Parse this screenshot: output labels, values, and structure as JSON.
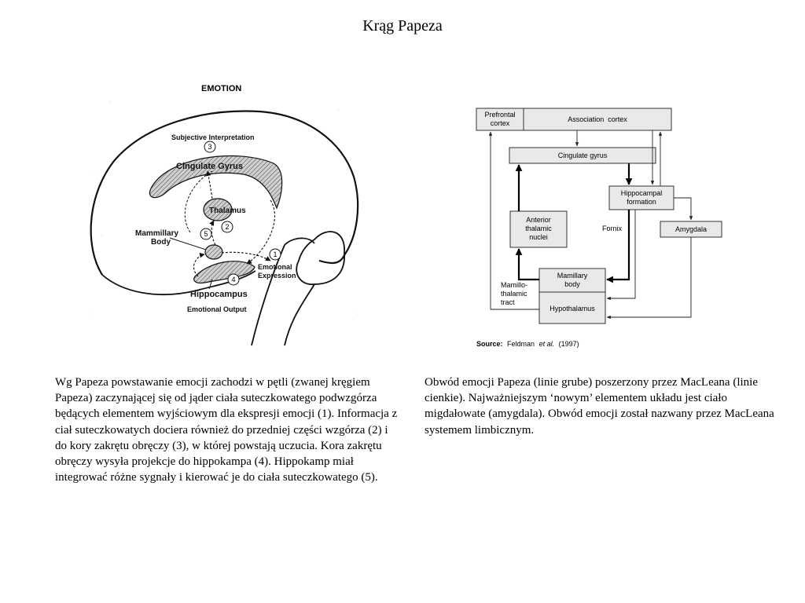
{
  "slide": {
    "title": "Krąg Papeza"
  },
  "left_figure": {
    "heading": "EMOTION",
    "labels": {
      "subjective": "Subjective Interpretation",
      "cingulate": "Cingulate Gyrus",
      "thalamus": "Thalamus",
      "mammillary": "Mammillary Body",
      "mammillary_l1": "Mammillary",
      "mammillary_l2": "Body",
      "hippocampus": "Hippocampus",
      "emotional_expression_l1": "Emotional",
      "emotional_expression_l2": "Expression",
      "emotional_output": "Emotional Output"
    },
    "numbers": [
      "1",
      "2",
      "3",
      "4",
      "5"
    ]
  },
  "right_figure": {
    "boxes": {
      "prefrontal_l1": "Prefrontal",
      "prefrontal_l2": "cortex",
      "association": "Association  cortex",
      "cingulate": "Cingulate gyrus",
      "hippocampal_l1": "Hippocampal",
      "hippocampal_l2": "formation",
      "anterior_l1": "Anterior",
      "anterior_l2": "thalamic",
      "anterior_l3": "nuclei",
      "amygdala": "Amygdala",
      "mamillary_l1": "Mamillary",
      "mamillary_l2": "body",
      "hypothalamus": "Hypothalamus"
    },
    "labels": {
      "fornix": "Fornix",
      "tract_l1": "Mamillo-",
      "tract_l2": "thalamic",
      "tract_l3": "tract"
    },
    "source": {
      "prefix": "Source:",
      "author": "Feldman",
      "etal": "et al.",
      "year": "(1997)"
    }
  },
  "text": {
    "left_paragraph": "Wg Papeza powstawanie emocji zachodzi w pętli (zwanej kręgiem Papeza) zaczynającej się od jąder ciała suteczkowatego podwzgórza będących elementem wyjściowym dla ekspresji emocji (1). Informacja z ciał suteczkowatych dociera również do przedniej części wzgórza (2) i do kory zakrętu obręczy (3), w której powstają uczucia. Kora zakrętu obręczy wysyła projekcje do hippokampa (4). Hippokamp miał integrować różne sygnały i kierować je do ciała suteczkowatego (5).",
    "right_paragraph": "Obwód emocji Papeza (linie grube) poszerzony przez MacLeana (linie cienkie). Najważniejszym ‘nowym’ elementem układu jest ciało migdałowate (amygdala). Obwód emocji został nazwany przez MacLeana systemem limbicznym."
  }
}
